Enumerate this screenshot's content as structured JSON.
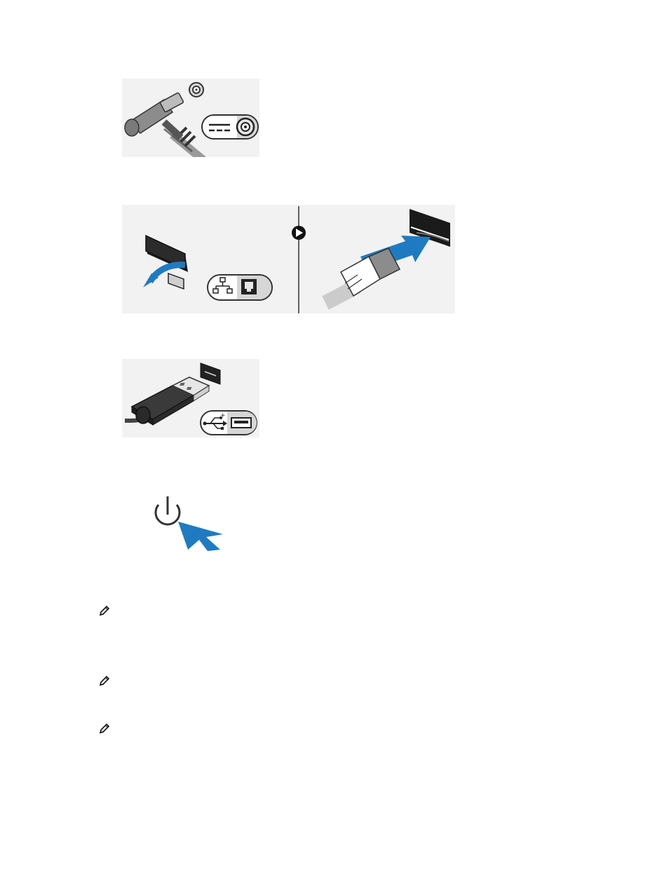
{
  "page": {
    "background": "#ffffff"
  },
  "figures": [
    {
      "id": "power-adapter",
      "icon": "power-adapter-icon",
      "port_icon": "dc-power-port-icon"
    },
    {
      "id": "network-cable",
      "icon": "network-cable-icon",
      "port_icon": "network-port-icon",
      "step_marker": "play-arrow-icon"
    },
    {
      "id": "usb-keyboard-mouse",
      "icon": "usb-connector-icon",
      "port_icon": "usb-port-icon"
    },
    {
      "id": "power-button",
      "icon": "power-button-icon",
      "pointer": "blue-arrow-icon"
    }
  ],
  "notes": [
    {
      "icon": "note-pencil-icon"
    },
    {
      "icon": "note-pencil-icon"
    },
    {
      "icon": "note-pencil-icon"
    }
  ],
  "colors": {
    "accent_blue": "#1f7bc1",
    "panel_gray": "#f2f2f2",
    "cable_gray": "#8c8c8c",
    "dark": "#222222"
  }
}
